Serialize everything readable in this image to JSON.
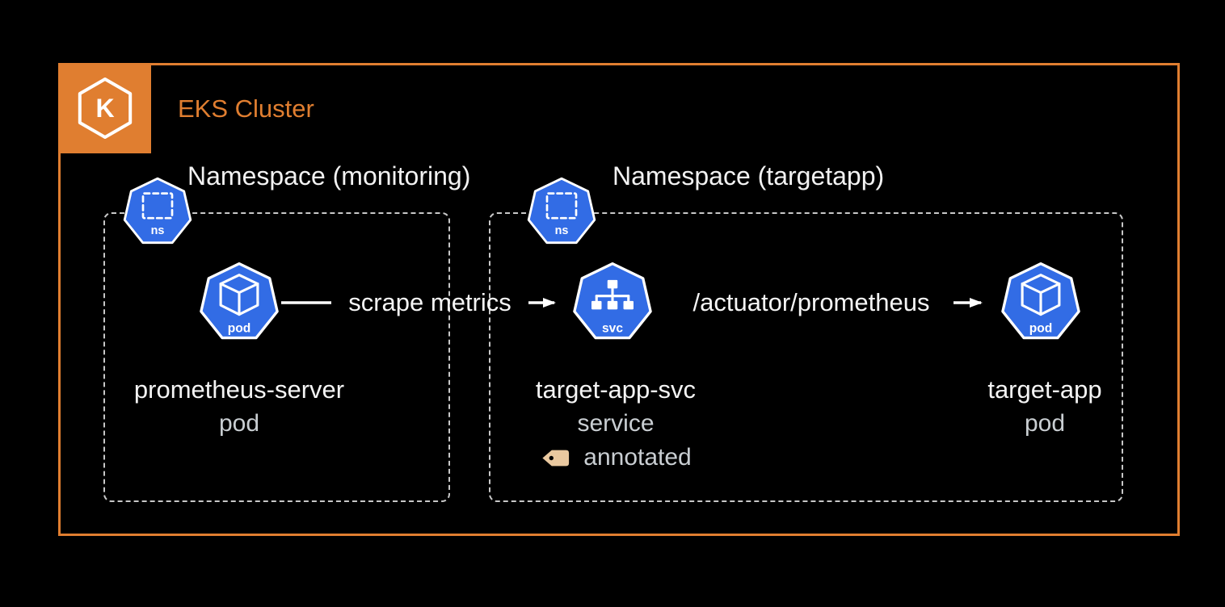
{
  "diagram": {
    "title": "EKS Cluster",
    "logo_letter": "K",
    "colors": {
      "accent_orange": "#E07E30",
      "k8s_blue": "#326CE5",
      "tag_tan": "#EAC9A0",
      "dim_gray_text": "#C9CED2",
      "background": "#000000"
    },
    "namespaces": [
      {
        "label": "Namespace (monitoring)",
        "ns_icon_label": "ns"
      },
      {
        "label": "Namespace (targetapp)",
        "ns_icon_label": "ns"
      }
    ],
    "nodes": [
      {
        "name": "prometheus-server",
        "type_label": "pod",
        "icon_label": "pod"
      },
      {
        "name": "target-app-svc",
        "type_label": "service",
        "icon_label": "svc",
        "badge": "annotated"
      },
      {
        "name": "target-app",
        "type_label": "pod",
        "icon_label": "pod"
      }
    ],
    "edges": [
      {
        "label": "scrape metrics"
      },
      {
        "label": "/actuator/prometheus"
      }
    ]
  }
}
